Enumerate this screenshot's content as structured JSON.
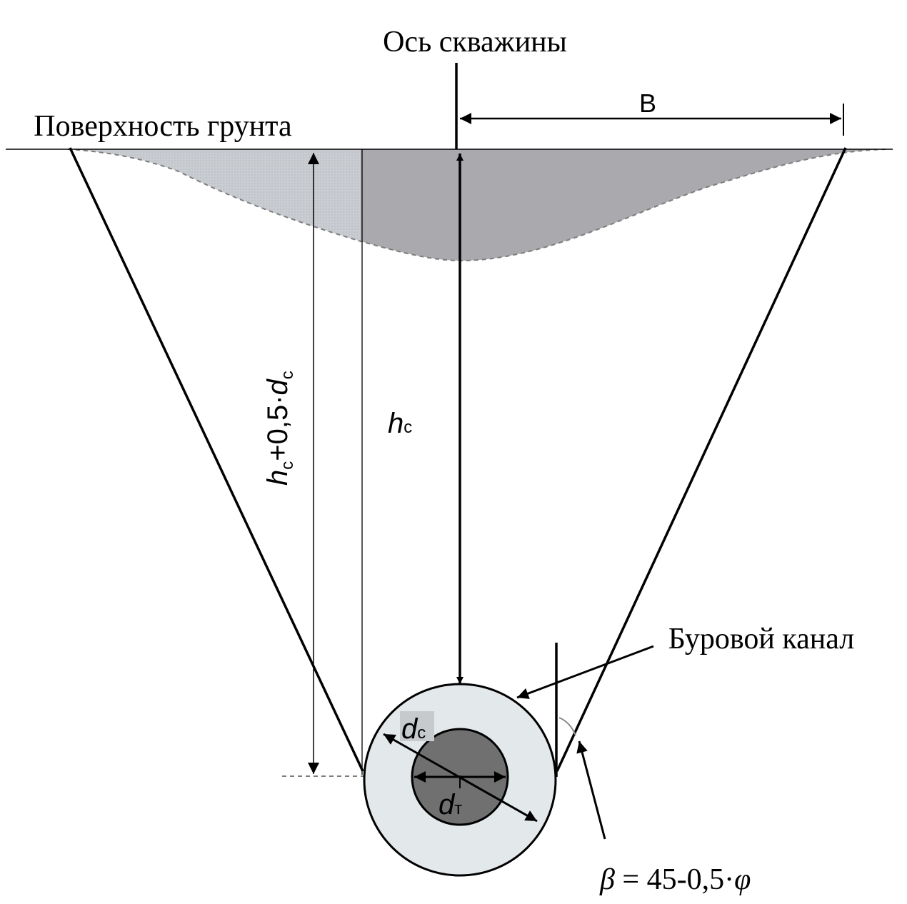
{
  "labels": {
    "borehole_axis": "Ось скважины",
    "ground_surface": "Поверхность грунта",
    "width": "B",
    "drill_channel": "Буровой канал",
    "depth_hc_total": {
      "h": "h",
      "sub": "c",
      "rest": "+0,5·",
      "d": "d",
      "sub2": "c"
    },
    "depth_hc": {
      "h": "h",
      "sub": "c"
    },
    "channel_diameter": {
      "d": "d",
      "sub": "c"
    },
    "pipe_diameter": {
      "d": "d",
      "sub": "т"
    },
    "angle_formula": {
      "beta": "β",
      "eq": " = 45-0,5·",
      "phi": "φ"
    }
  },
  "colors": {
    "line": "#000000",
    "ground_fill": "#a9a9ae",
    "ground_fill_light": "#c3c7cc",
    "channel_fill": "#e3e8eb",
    "pipe_fill": "#707070",
    "dashed": "#7d7d7d"
  }
}
